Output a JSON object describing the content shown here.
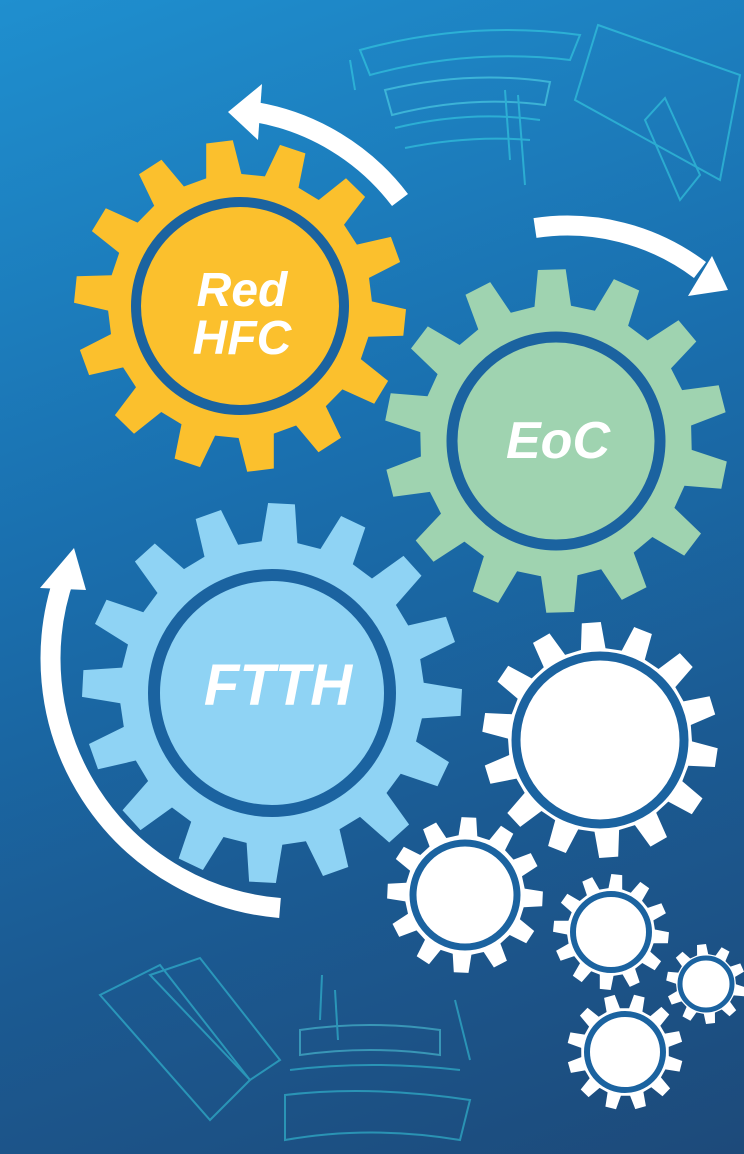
{
  "gears": [
    {
      "id": "red-hfc",
      "lines": [
        "Red",
        "HFC"
      ],
      "color": "#fbc02d"
    },
    {
      "id": "eoc",
      "lines": [
        "EoC"
      ],
      "color": "#9fd3b0"
    },
    {
      "id": "ftth",
      "lines": [
        "FTTH"
      ],
      "color": "#8fd3f4"
    }
  ],
  "colors": {
    "background_top": "#1f8fcf",
    "background_bottom": "#1d4a7a",
    "ring": "#1b63a0",
    "white_gear": "#ffffff",
    "hud_lines": "#39d6e6",
    "arrows": "#ffffff"
  }
}
